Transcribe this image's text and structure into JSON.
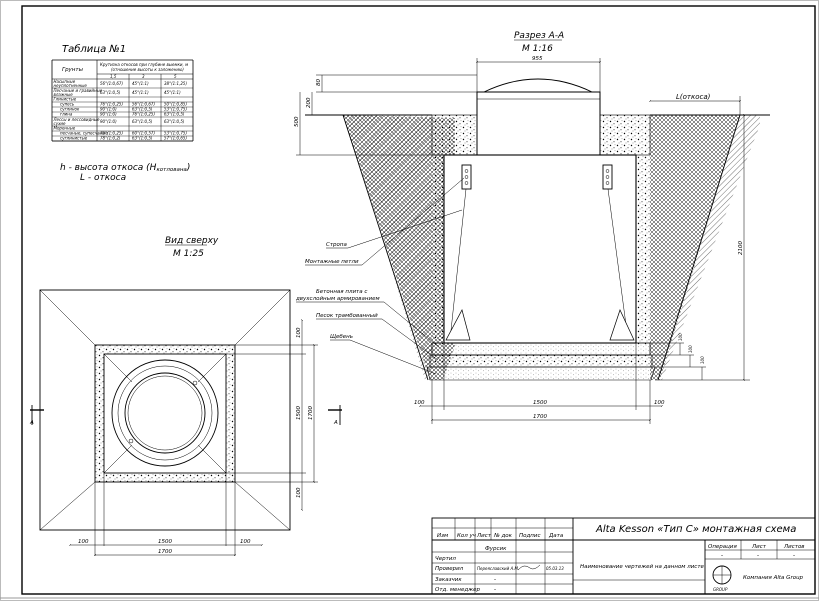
{
  "table1": {
    "title": "Таблица №1",
    "col_head_1": "Грунты",
    "col_head_2": "Крутизна откосов при глубине выемки, м (отношение высоты к заложению)",
    "depths": [
      "1,5",
      "3",
      "5"
    ],
    "rows": [
      {
        "name": "Насыпные неуплотненные",
        "v": [
          "56°(1:0,67)",
          "45°(1:1)",
          "38°(1:1,25)"
        ]
      },
      {
        "name": "Песчаные и гравийные влажные",
        "v": [
          "63°(1:0,5)",
          "45°(1:1)",
          "45°(1:1)"
        ]
      },
      {
        "name": "Глинистые",
        "v": [
          "",
          "",
          ""
        ]
      },
      {
        "name": "супесь",
        "v": [
          "76°(1:0,25)",
          "56°(1:0,67)",
          "50°(1:0,85)"
        ]
      },
      {
        "name": "суглинок",
        "v": [
          "90°(1:0)",
          "63°(1:0,5)",
          "53°(1:0,75)"
        ]
      },
      {
        "name": "глина",
        "v": [
          "90°(1:0)",
          "76°(1:0,25)",
          "63°(1:0,5)"
        ]
      },
      {
        "name": "Лессы и лессовидные сухие",
        "v": [
          "90°(1:0)",
          "63°(1:0,5)",
          "63°(1:0,5)"
        ]
      },
      {
        "name": "Моренные",
        "v": [
          "",
          "",
          ""
        ]
      },
      {
        "name": "песчаные, супесчаные",
        "v": [
          "76°(1:0,25)",
          "60°(1:0,57)",
          "53°(1:0,75)"
        ]
      },
      {
        "name": "суглинистые",
        "v": [
          "78°(1:0,2)",
          "63°(1:0,5)",
          "57°(1:0,65)"
        ]
      }
    ]
  },
  "legend": {
    "line1": "h - высота откоса (Н",
    "line1_sub": "котлована",
    "line1_end": ")",
    "line2": "L - откоса"
  },
  "section": {
    "title": "Разрез А-А",
    "scale": "М 1:16",
    "dim_955": "955",
    "dim_80": "80",
    "dim_200": "200",
    "dim_500": "500",
    "dim_L": "L(откоса)",
    "dim_2100": "2100",
    "dim_100a": "100",
    "dim_100b": "100",
    "dim_100c": "100",
    "dim_100left": "100",
    "dim_1500": "1500",
    "dim_100right": "100",
    "dim_1700": "1700",
    "label_strap": "Стропа",
    "label_loops": "Монтажные петли",
    "label_slab_1": "Бетонная плита с",
    "label_slab_2": "двухслойным армированием",
    "label_sand": "Песок трамбованный",
    "label_gravel": "Щебень"
  },
  "plan": {
    "title": "Вид сверху",
    "scale": "М 1:25",
    "dim_100top": "100",
    "dim_1500v": "1500",
    "dim_1700v": "1700",
    "dim_100bot": "100",
    "dim_100l": "100",
    "dim_1500h": "1500",
    "dim_100r": "100",
    "dim_1700h": "1700",
    "cut_left": "А",
    "cut_right": "А"
  },
  "stamp": {
    "project": "Alta Kesson «Тип С» монтажная схема",
    "h_izm": "Изм",
    "h_kol": "Кол уч",
    "h_list": "Лист",
    "h_ndok": "№ док",
    "h_podp": "Подпис",
    "h_data": "Дата",
    "r1": "Чертил",
    "r1_name": "Фурсик",
    "r2": "Проверил",
    "r2_name": "Переяславский А.М.",
    "r2_date": "05.03.13",
    "r3": "Заказчик",
    "r3_name": "-",
    "r4": "Отд. менеджер",
    "r4_name": "-",
    "drawing_name": "Наименование чертежей на данном листе",
    "h_stage": "Операция",
    "h_sheet": "Лист",
    "h_sheets": "Листов",
    "v_stage": "-",
    "v_sheet": "-",
    "v_sheets": "-",
    "company": "Компания Alta Group",
    "logo": "GROUP"
  }
}
